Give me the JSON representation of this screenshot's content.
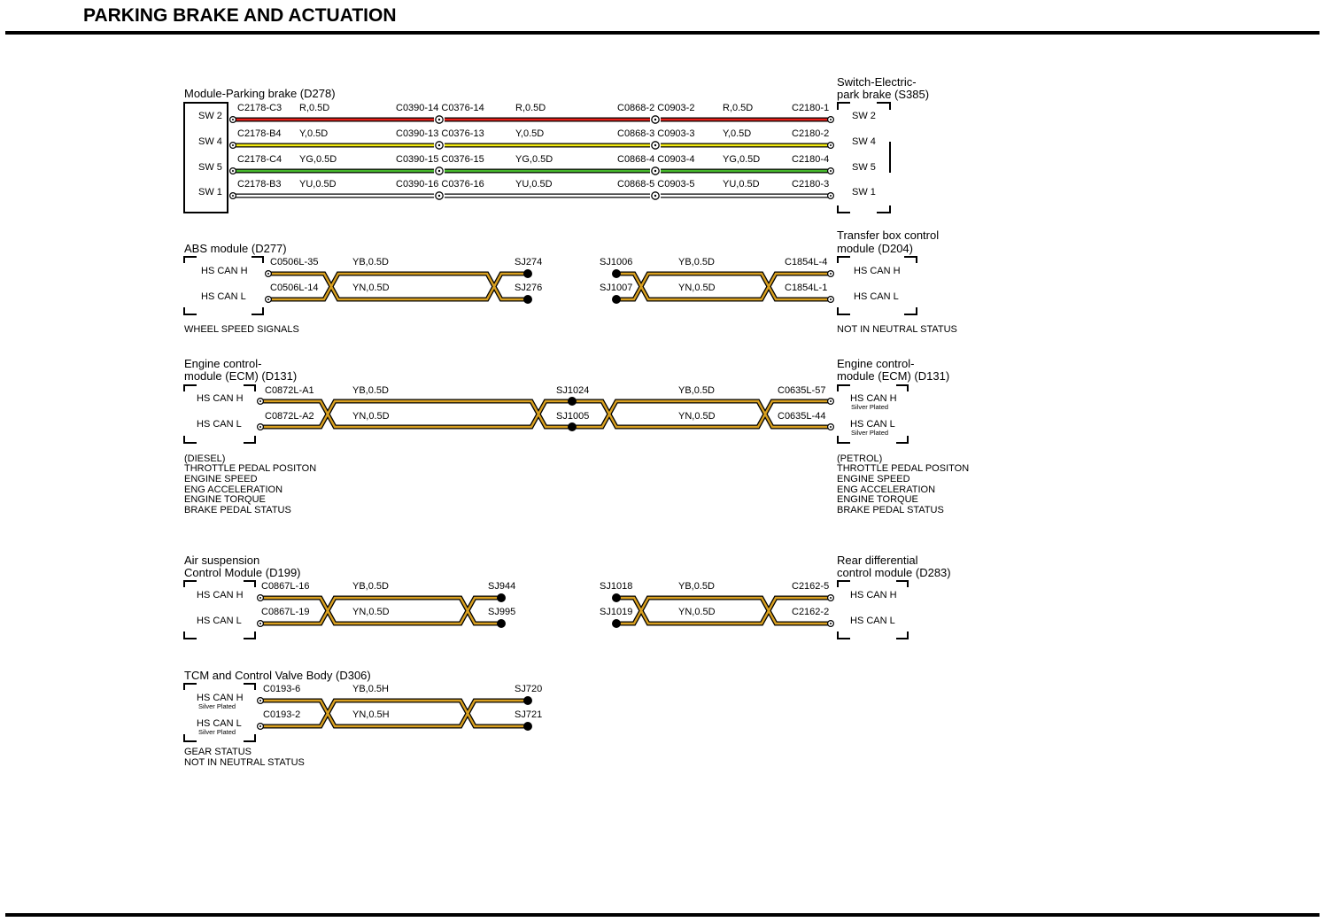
{
  "page_title": "PARKING BRAKE AND ACTUATION",
  "colors": {
    "red": "#e8201a",
    "yellow": "#f2ea12",
    "green": "#46b82c",
    "orange": "#d9a020",
    "black": "#000000"
  },
  "parking_brake": {
    "module_label": "Module-Parking brake (D278)",
    "switch_label_line1": "Switch-Electric-",
    "switch_label_line2": "park brake (S385)",
    "wires": [
      {
        "color": "red",
        "left_pin": "SW 2",
        "conn_a": "C2178-C3",
        "wire_code": "R,0.5D",
        "inline_1": "C0390-14 C0376-14",
        "inline_2": "C0868-2 C0903-2",
        "conn_b": "C2180-1",
        "right_pin": "SW 2"
      },
      {
        "color": "yellow",
        "left_pin": "SW 4",
        "conn_a": "C2178-B4",
        "wire_code": "Y,0.5D",
        "inline_1": "C0390-13 C0376-13",
        "inline_2": "C0868-3 C0903-3",
        "conn_b": "C2180-2",
        "right_pin": "SW 4"
      },
      {
        "color": "green",
        "left_pin": "SW 5",
        "conn_a": "C2178-C4",
        "wire_code": "YG,0.5D",
        "inline_1": "C0390-15 C0376-15",
        "inline_2": "C0868-4 C0903-4",
        "conn_b": "C2180-4",
        "right_pin": "SW 5"
      },
      {
        "color": "black",
        "left_pin": "SW 1",
        "conn_a": "C2178-B3",
        "wire_code": "YU,0.5D",
        "inline_1": "C0390-16 C0376-16",
        "inline_2": "C0868-5 C0903-5",
        "conn_b": "C2180-3",
        "right_pin": "SW 1"
      }
    ]
  },
  "abs_group": {
    "left_label": "ABS module (D277)",
    "left_pins": [
      "HS CAN H",
      "HS CAN L"
    ],
    "left_conns": [
      "C0506L-35",
      "C0506L-14"
    ],
    "left_wires": [
      "YB,0.5D",
      "YN,0.5D"
    ],
    "left_splices": [
      "SJ274",
      "SJ276"
    ],
    "left_note": "WHEEL SPEED SIGNALS",
    "right_label_line1": "Transfer box control",
    "right_label_line2": "module (D204)",
    "right_splices": [
      "SJ1006",
      "SJ1007"
    ],
    "right_wires": [
      "YB,0.5D",
      "YN,0.5D"
    ],
    "right_conns": [
      "C1854L-4",
      "C1854L-1"
    ],
    "right_pins": [
      "HS CAN H",
      "HS CAN L"
    ],
    "right_note": "NOT IN NEUTRAL STATUS"
  },
  "ecm_group": {
    "left_label_line1": "Engine control-",
    "left_label_line2": "module (ECM) (D131)",
    "left_pins": [
      "HS CAN H",
      "HS CAN L"
    ],
    "left_conns": [
      "C0872L-A1",
      "C0872L-A2"
    ],
    "left_wires": [
      "YB,0.5D",
      "YN,0.5D"
    ],
    "splices": [
      "SJ1024",
      "SJ1005"
    ],
    "right_wires": [
      "YB,0.5D",
      "YN,0.5D"
    ],
    "right_conns": [
      "C0635L-57",
      "C0635L-44"
    ],
    "right_label_line1": "Engine control-",
    "right_label_line2": "module (ECM) (D131)",
    "right_pins": [
      "HS CAN H",
      "HS CAN L"
    ],
    "right_pin_sub": "Silver Plated",
    "left_notes": [
      "(DIESEL)",
      "THROTTLE PEDAL POSITON",
      "ENGINE SPEED",
      "ENG ACCELERATION",
      "ENGINE TORQUE",
      "BRAKE PEDAL STATUS"
    ],
    "right_notes": [
      "(PETROL)",
      "THROTTLE PEDAL POSITON",
      "ENGINE SPEED",
      "ENG ACCELERATION",
      "ENGINE TORQUE",
      "BRAKE PEDAL STATUS"
    ]
  },
  "air_group": {
    "left_label_line1": "Air suspension",
    "left_label_line2": "Control Module (D199)",
    "left_pins": [
      "HS CAN H",
      "HS CAN L"
    ],
    "left_conns": [
      "C0867L-16",
      "C0867L-19"
    ],
    "left_wires": [
      "YB,0.5D",
      "YN,0.5D"
    ],
    "left_splices": [
      "SJ944",
      "SJ995"
    ],
    "right_splices": [
      "SJ1018",
      "SJ1019"
    ],
    "right_wires": [
      "YB,0.5D",
      "YN,0.5D"
    ],
    "right_conns": [
      "C2162-5",
      "C2162-2"
    ],
    "right_label_line1": "Rear differential",
    "right_label_line2": "control module (D283)",
    "right_pins": [
      "HS CAN H",
      "HS CAN L"
    ]
  },
  "tcm_group": {
    "label": "TCM and Control Valve Body (D306)",
    "pins": [
      "HS CAN H",
      "HS CAN L"
    ],
    "pin_sub": "Silver Plated",
    "conns": [
      "C0193-6",
      "C0193-2"
    ],
    "wires": [
      "YB,0.5H",
      "YN,0.5H"
    ],
    "splices": [
      "SJ720",
      "SJ721"
    ],
    "notes": [
      "GEAR STATUS",
      "NOT IN NEUTRAL STATUS"
    ]
  }
}
